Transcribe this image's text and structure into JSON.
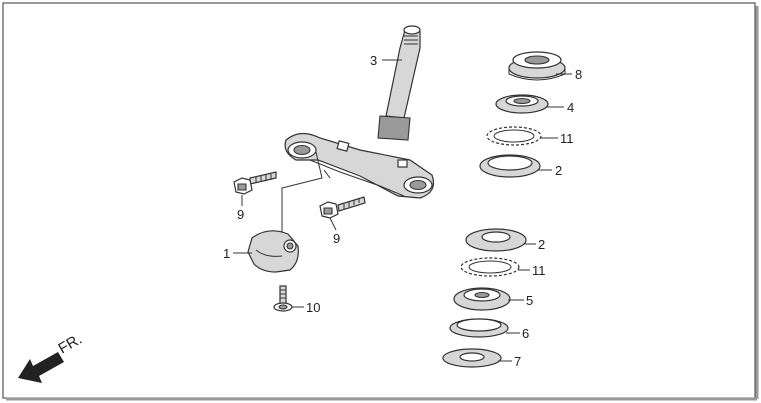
{
  "diagram": {
    "direction_label": "FR.",
    "callouts": [
      {
        "id": "c3",
        "text": "3"
      },
      {
        "id": "c8",
        "text": "8"
      },
      {
        "id": "c4",
        "text": "4"
      },
      {
        "id": "c11a",
        "text": "11"
      },
      {
        "id": "c2a",
        "text": "2"
      },
      {
        "id": "c9a",
        "text": "9"
      },
      {
        "id": "c9b",
        "text": "9"
      },
      {
        "id": "c1",
        "text": "1"
      },
      {
        "id": "c10",
        "text": "10"
      },
      {
        "id": "c2b",
        "text": "2"
      },
      {
        "id": "c11b",
        "text": "11"
      },
      {
        "id": "c5",
        "text": "5"
      },
      {
        "id": "c6",
        "text": "6"
      },
      {
        "id": "c7",
        "text": "7"
      }
    ]
  }
}
